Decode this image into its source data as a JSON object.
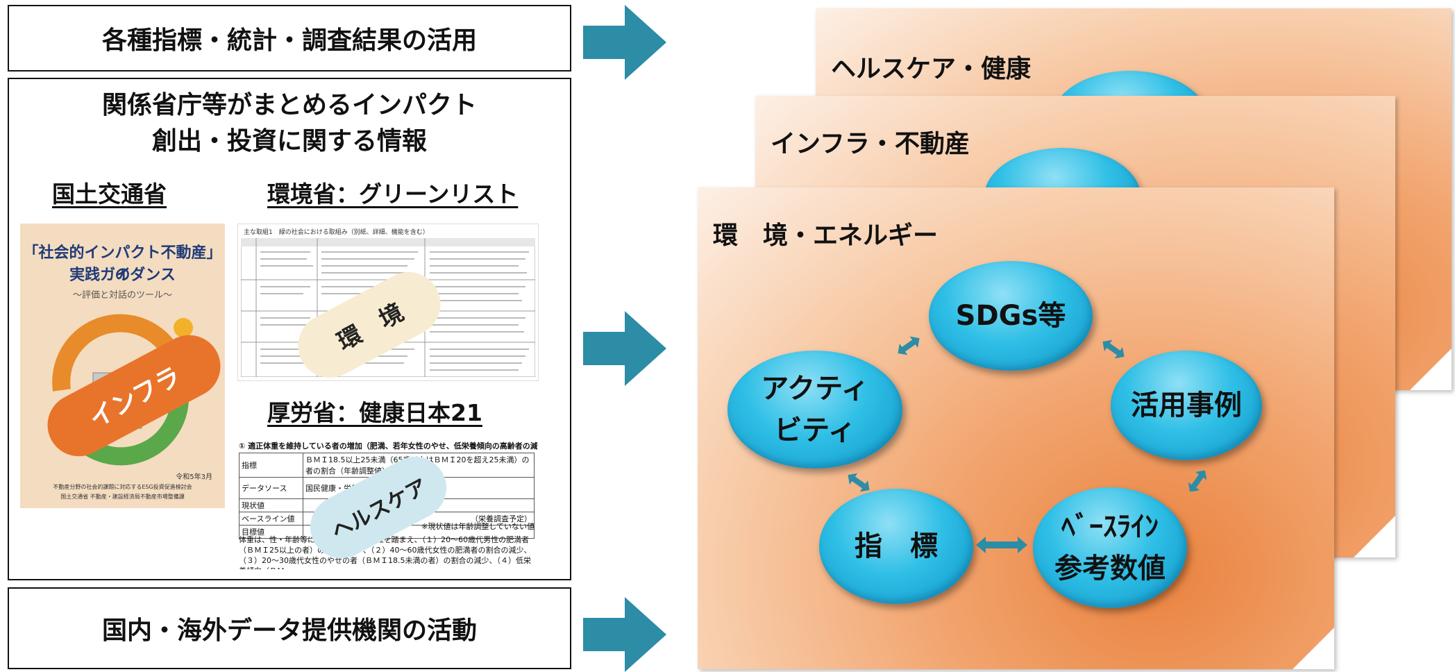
{
  "left": {
    "top_box": "各種指標・統計・調査結果の活用",
    "middle_box": {
      "title_line1": "関係省庁等がまとめるインパクト",
      "title_line2": "創出・投資に関する情報",
      "mlit_heading": "国土交通省",
      "env_heading": "環境省：グリーンリスト",
      "mhlw_heading": "厚労省：健康日本21",
      "mlit_doc": {
        "title_line1": "「社会的インパクト不動産」の",
        "title_line2": "実践ガイダンス",
        "subtitle": "〜評価と対話のツール〜",
        "footer1": "令和5年3月",
        "footer2": "不動産分野の社会的課題に対応するESG投資促進検討会",
        "footer3": "国土交通省 不動産・建設経済局不動産市場整備課",
        "tag": "インフラ"
      },
      "env_doc": {
        "caption": "主な取組1　緑の社会における取組み（別紙、詳細、機能を含む）",
        "tag": "環　境"
      },
      "mhlw_doc": {
        "heading": "① 適正体重を維持している者の増加（肥満、若年女性のやせ、低栄養傾向の高齢者の減少）",
        "rows": [
          {
            "label": "指標",
            "value": "ＢＭＩ18.5以上25未満（65歳以上はＢＭＩ20を超え25未満）の者の割合（年齢調整値）"
          },
          {
            "label": "データソース",
            "value": "国民健康・栄養調査"
          },
          {
            "label": "現状値",
            "value": ""
          },
          {
            "label": "ベースライン値",
            "value": "（栄養調査予定）"
          },
          {
            "label": "目標値",
            "value": ""
          }
        ],
        "note": "※現状値は年齢調整していない値",
        "body": "体重は、性・年齢等によるため、その特徴を踏まえ、（１）20〜60歳代男性の肥満者（ＢＭＩ25以上の者）の割合の減少、（２）40〜60歳代女性の肥満者の割合の減少、（３）20〜30歳代女性のやせの者（ＢＭＩ18.5未満の者）の割合の減少、（４）低栄養傾向（ＢＭ",
        "tag": "ヘルスケア"
      }
    },
    "bottom_box": "国内・海外データ提供機関の活動"
  },
  "cards": {
    "back": "ヘルスケア・健康",
    "middle": "インフラ・不動産",
    "front": "環　境・エネルギー"
  },
  "cycle": {
    "top": "SDGs等",
    "right": "活用事例",
    "bottom_right_line1": "ﾍﾞｰｽﾗｲﾝ",
    "bottom_right_line2": "参考数値",
    "bottom_left": "指　標",
    "left_line1": "アクティ",
    "left_line2": "ビティ"
  },
  "colors": {
    "arrow": "#2d8ca6",
    "ellipse": "#2fbfe6",
    "card": "#f2a56f",
    "tag_infra": "#e8742b",
    "tag_env": "#f7ecd2",
    "tag_health": "#cfe8f0"
  }
}
